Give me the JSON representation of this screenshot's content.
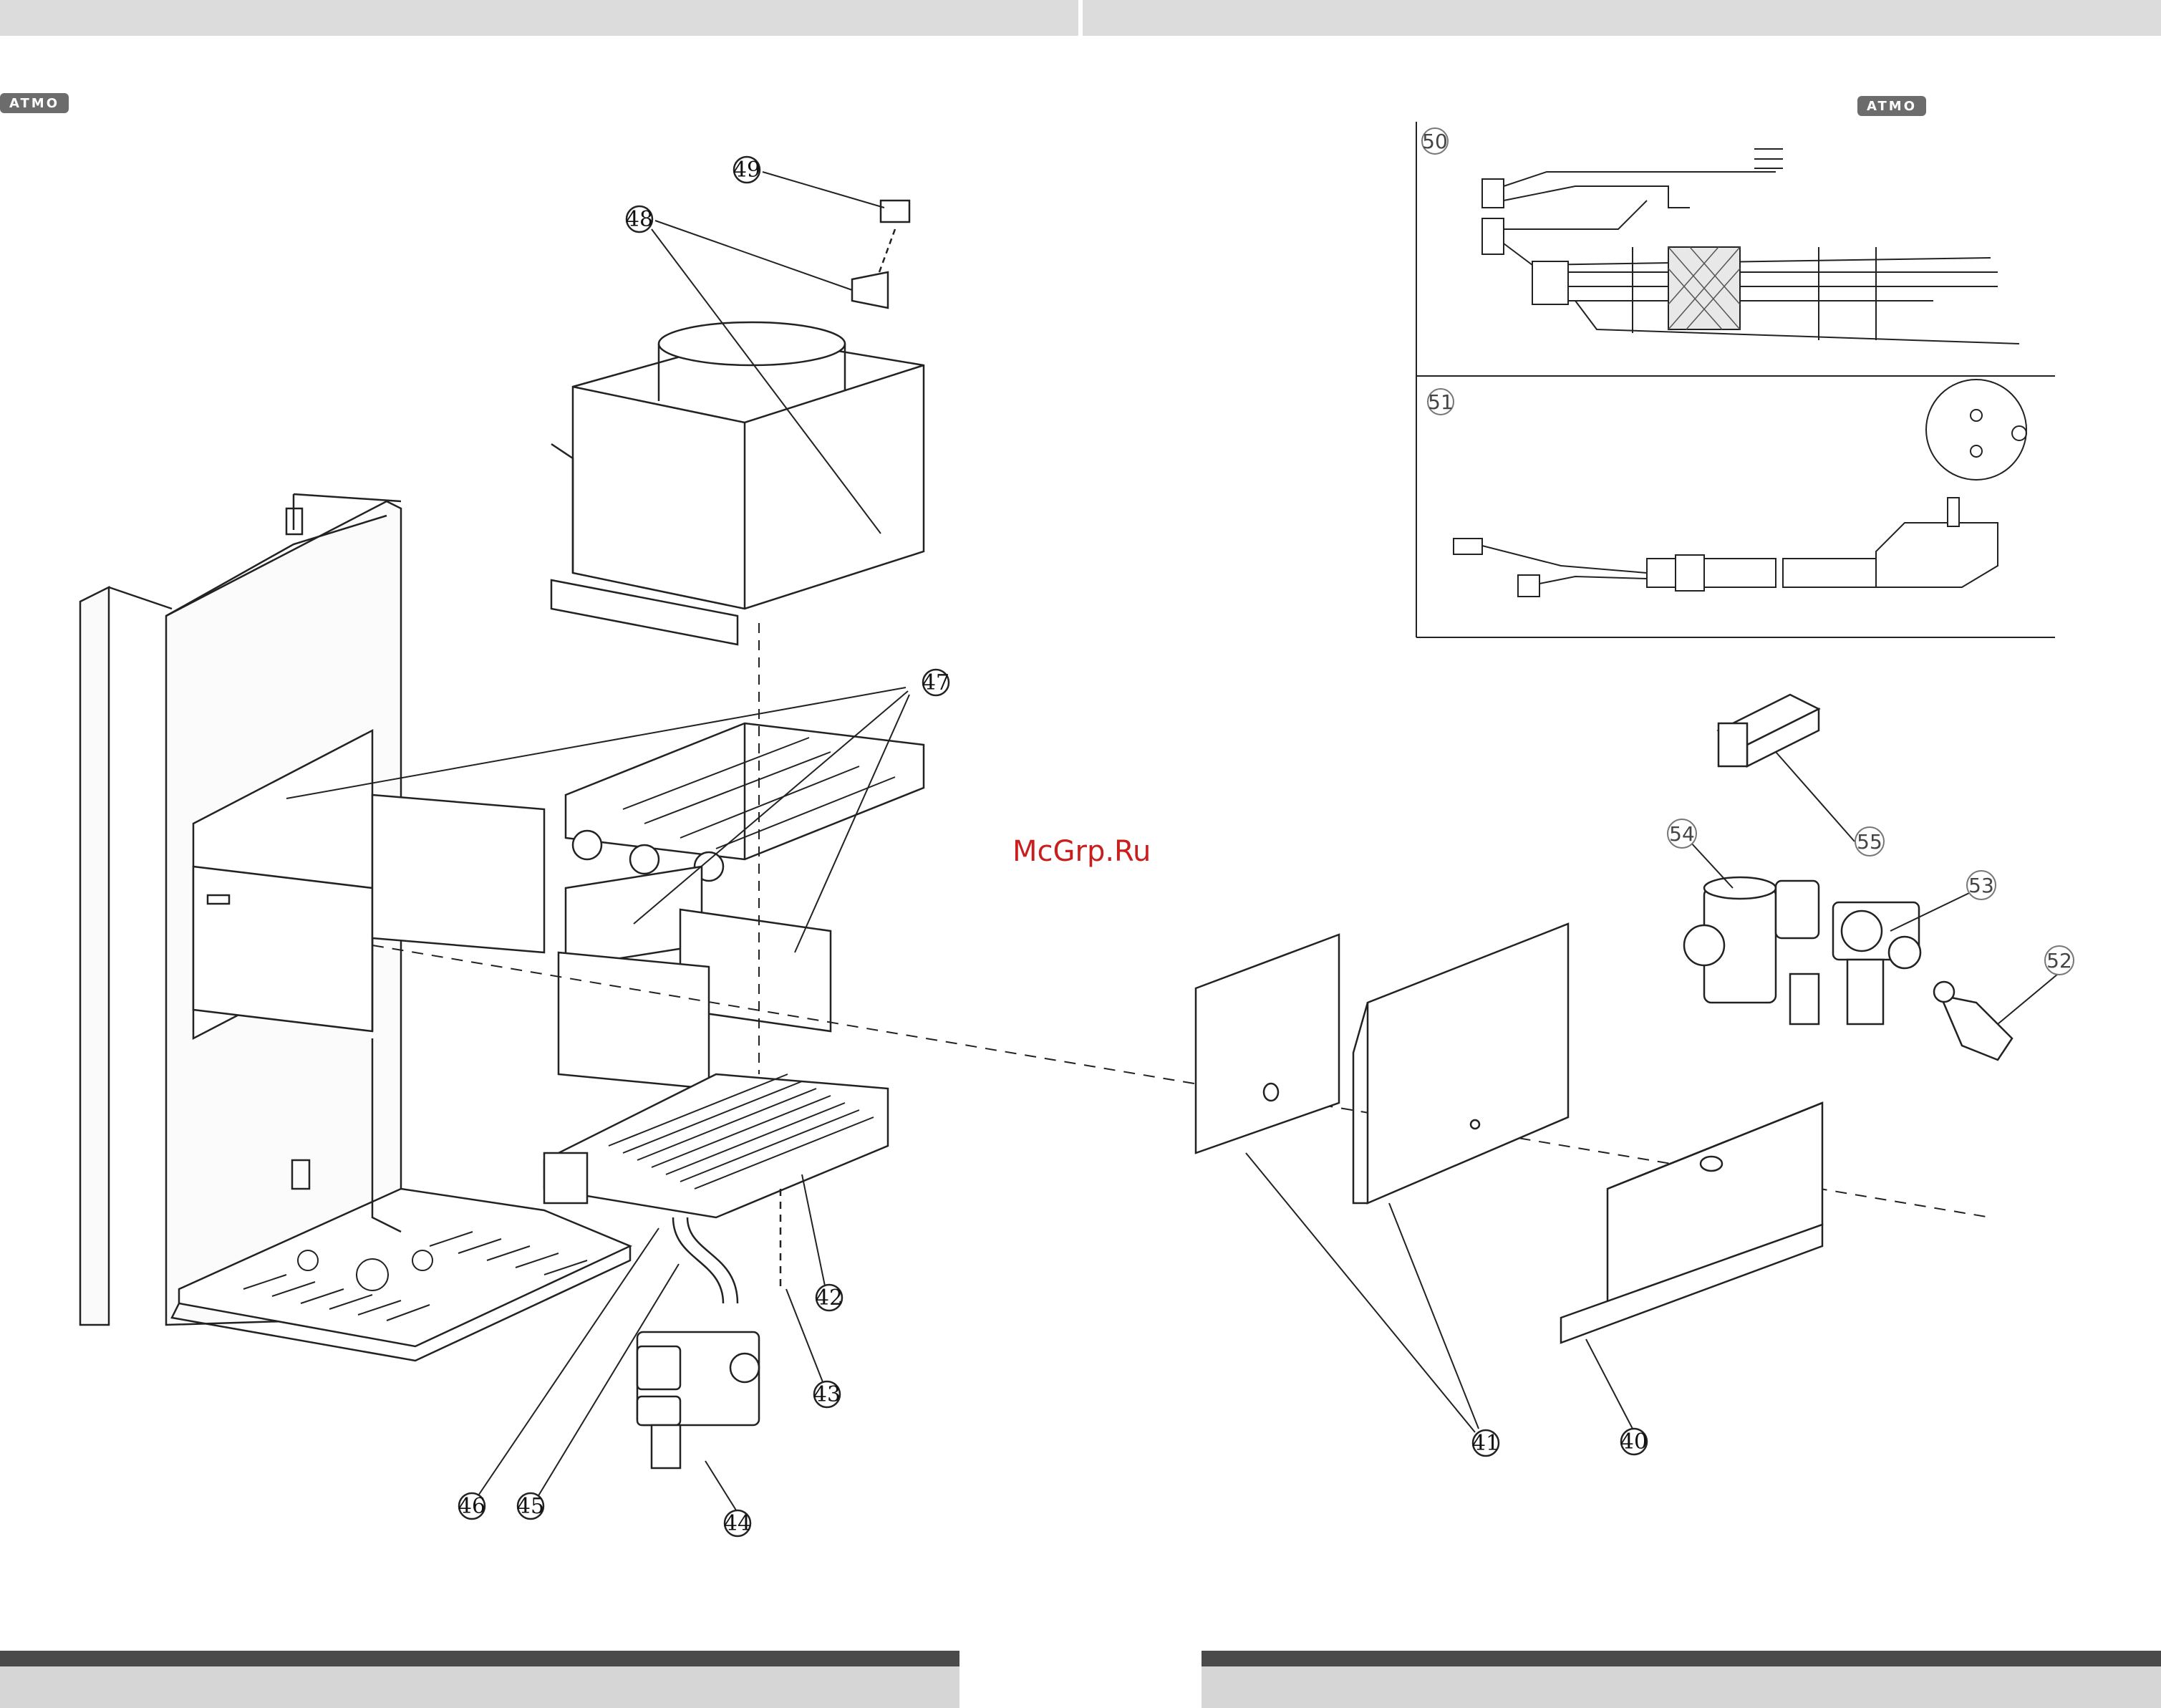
{
  "brand": {
    "left_badge": "ATMO",
    "right_badge": "ATMO"
  },
  "watermark": "McGrp.Ru",
  "callouts": {
    "c40": "40",
    "c41": "41",
    "c42": "42",
    "c43": "43",
    "c44": "44",
    "c45": "45",
    "c46": "46",
    "c47": "47",
    "c48": "48",
    "c49": "49",
    "c50": "50",
    "c51": "51",
    "c52": "52",
    "c53": "53",
    "c54": "54",
    "c55": "55"
  },
  "colors": {
    "header_bar": "#dcdcdc",
    "footer_dark": "#4a4a4a",
    "footer_light": "#d6d6d6",
    "watermark": "#c91e1e",
    "badge": "#6c6c6c"
  }
}
